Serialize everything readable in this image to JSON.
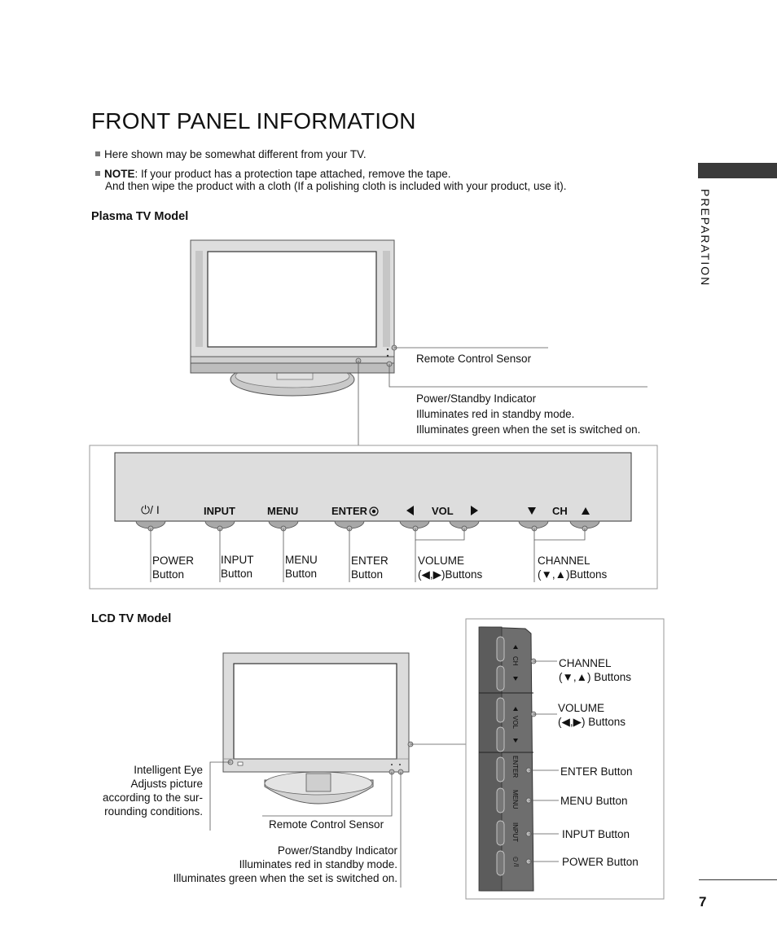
{
  "page": {
    "title": "FRONT PANEL INFORMATION",
    "section_tab": "PREPARATION",
    "page_number": "7"
  },
  "notes": {
    "note1": "Here shown may be somewhat different from your TV.",
    "note2_bold": "NOTE",
    "note2_line1": ": If your product has a protection tape attached, remove the tape.",
    "note2_line2": "And then wipe the product with a cloth (If a polishing cloth is included with your product, use it)."
  },
  "plasma": {
    "heading": "Plasma TV Model",
    "remote_sensor": "Remote Control Sensor",
    "power_indicator_title": "Power/Standby Indicator",
    "power_indicator_line1": "Illuminates red in standby mode.",
    "power_indicator_line2": "Illuminates green when the set is switched on.",
    "panel": {
      "power_symbol": "⏻/ I",
      "input": "INPUT",
      "menu": "MENU",
      "enter": "ENTER",
      "vol": "VOL",
      "ch": "CH"
    },
    "buttons": {
      "power": "POWER",
      "input": "INPUT",
      "menu": "MENU",
      "enter": "ENTER",
      "button_word": "Button",
      "volume": "VOLUME",
      "volume_sub": "(◀,▶)Buttons",
      "channel": "CHANNEL",
      "channel_sub": "(▼,▲)Buttons"
    }
  },
  "lcd": {
    "heading": "LCD TV Model",
    "intelligent_eye_title": "Intelligent Eye",
    "intelligent_eye_line1": "Adjusts picture",
    "intelligent_eye_line2": "according to the sur-",
    "intelligent_eye_line3": "rounding conditions.",
    "remote_sensor": "Remote Control Sensor",
    "power_indicator_title": "Power/Standby Indicator",
    "power_indicator_line1": "Illuminates red in standby mode.",
    "power_indicator_line2": "Illuminates green when the set is switched on.",
    "side": {
      "channel": "CHANNEL",
      "channel_sub": "(▼,▲) Buttons",
      "volume": "VOLUME",
      "volume_sub": "(◀,▶) Buttons",
      "enter": "ENTER Button",
      "menu": "MENU Button",
      "input": "INPUT Button",
      "power": "POWER Button"
    },
    "strip": {
      "ch": "CH",
      "vol": "VOL",
      "enter": "ENTER",
      "menu": "MENU",
      "input": "INPUT",
      "power": "⏻/I"
    }
  },
  "colors": {
    "panel_gray": "#d8d8d8",
    "dark_strip": "#6e6e6e",
    "button_gray": "#a9a9a9",
    "line": "#555555"
  }
}
